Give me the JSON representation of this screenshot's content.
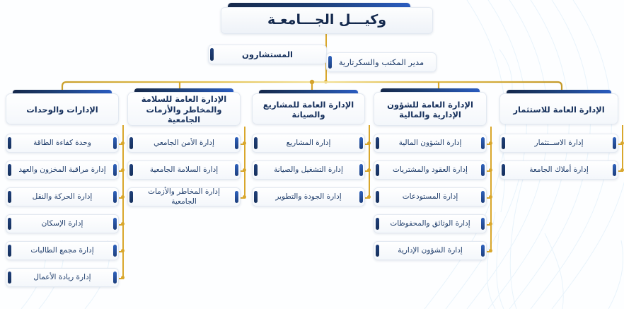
{
  "meta": {
    "title": "الهيكل التنظيمي - وكيل الجامعة",
    "direction": "rtl",
    "accent_gold": "#d9a72c",
    "accent_navy": "#16305c",
    "accent_blue": "#2a5cc0",
    "card_bg": "#ffffff",
    "page_bg": "#fdfeff"
  },
  "root": {
    "label": "وكيـــل الجـــامعـة"
  },
  "tier2": [
    {
      "label": "المستشارون",
      "weight": "bold"
    },
    {
      "label": "مدير المكتب والسكرتارية",
      "weight": "thin"
    }
  ],
  "columns": [
    {
      "header": "الإدارات والوحدات",
      "items": [
        "وحدة كفاءة الطاقة",
        "إدارة مراقبة المخزون والعهد",
        "إدارة الحركة والنقل",
        "إدارة الإسكان",
        "إدارة مجمع الطالبات",
        "إدارة ريادة الأعمال"
      ]
    },
    {
      "header": "الإدارة العامة للسلامة والمخاطر والأزمات الجامعية",
      "items": [
        "إدارة الأمن الجامعي",
        "إدارة السلامة الجامعية",
        "إدارة المخاطر والأزمات الجامعية"
      ]
    },
    {
      "header": "الإدارة العامة للمشاريع والصيانة",
      "items": [
        "إدارة المشاريع",
        "إدارة التشغيل والصيانة",
        "إدارة الجودة والتطوير"
      ]
    },
    {
      "header": "الإدارة العامة للشؤون الإدارية والمالية",
      "items": [
        "إدارة الشؤون المالية",
        "إدارة العقود والمشتريات",
        "إدارة المستودعات",
        "إدارة الوثائق والمحفوظات",
        "إدارة الشؤون الإدارية"
      ]
    },
    {
      "header": "الإدارة العامة للاستثمار",
      "items": [
        "إدارة الاســتثمار",
        "إدارة أملاك الجامعة"
      ]
    }
  ]
}
